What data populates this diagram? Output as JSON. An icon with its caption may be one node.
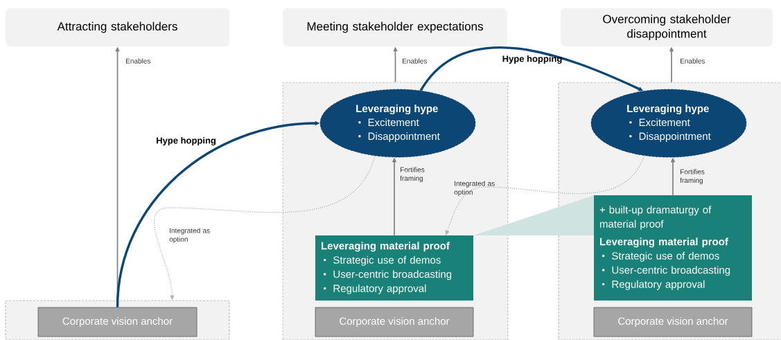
{
  "diagram": {
    "nodes": [
      {
        "text": [
          "Attracting stakeholders"
        ]
      },
      {
        "text": [
          "Meeting stakeholder expectations"
        ]
      },
      {
        "text": [
          "Overcoming stakeholder disappointment"
        ]
      },
      {
        "text": [],
        "shape": "box"
      },
      {
        "text": [
          "Corporate vision anchor"
        ],
        "in": 3
      },
      {
        "text": [],
        "shape": "box"
      },
      {
        "text": [
          "Leveraging hype",
          "Excitement",
          "Disappointment"
        ],
        "in": 5
      },
      {
        "text": [
          "Leveraging material proof",
          "Strategic use of demos",
          "User-centric broadcasting",
          "Regulatory approval"
        ],
        "in": 5
      },
      {
        "text": [
          "Corporate vision anchor"
        ],
        "in": 5
      },
      {
        "text": [],
        "shape": "box"
      },
      {
        "text": [
          "Leveraging hype",
          "Excitement",
          "Disappointment"
        ],
        "in": 9
      },
      {
        "text": [
          "+ built-up dramaturgy of material proof",
          "Leveraging material proof",
          "Strategic use of demos",
          "User-centric broadcasting",
          "Regulatory approval"
        ],
        "in": 9
      },
      {
        "text": [
          "Corporate vision anchor"
        ],
        "in": 9
      },
      {
        "text": [],
        "shape": "triangle"
      }
    ],
    "edges": [
      {
        "from": 4,
        "to": 0,
        "arrow": "to",
        "label": "Enables"
      },
      {
        "from": 4,
        "to": 6,
        "arrow": "to",
        "label": "Hype hopping",
        "style": "thick",
        "color": "#0b4674"
      },
      {
        "from": 6,
        "to": 4,
        "arrow": "to",
        "label": "Integrated as option",
        "style": "dashed",
        "color": "#b4b4b4"
      },
      {
        "from": 5,
        "to": 1,
        "arrow": "to",
        "label": "Enables"
      },
      {
        "from": 7,
        "to": 6,
        "arrow": "to",
        "label": "Fortifies framing"
      },
      {
        "from": 6,
        "to": 10,
        "arrow": "to",
        "label": "Hype hopping",
        "style": "thick",
        "color": "#0b4674"
      },
      {
        "from": 10,
        "to": 7,
        "arrow": "to",
        "label": "Integrated as option",
        "style": "dashed",
        "color": "#b4b4b4"
      },
      {
        "from": 9,
        "to": 2,
        "arrow": "to",
        "label": "Enables"
      },
      {
        "from": 11,
        "to": 10,
        "arrow": "to",
        "label": "Fortifies framing"
      }
    ]
  }
}
